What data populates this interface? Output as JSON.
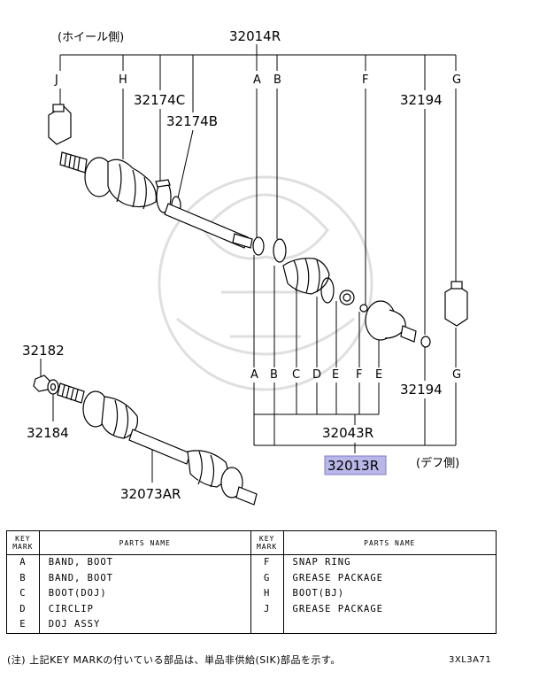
{
  "diagram": {
    "wheel_side_label": "(ホイール側)",
    "diff_side_label": "(デフ側)",
    "part_labels": {
      "p32014R": "32014R",
      "p32174C": "32174C",
      "p32174B": "32174B",
      "p32194_top": "32194",
      "p32194_bottom": "32194",
      "p32182": "32182",
      "p32184": "32184",
      "p32073AR": "32073AR",
      "p32043R": "32043R",
      "p32013R": "32013R"
    },
    "top_letters": [
      "J",
      "H",
      "A",
      "B",
      "F",
      "G"
    ],
    "bottom_letters": [
      "A",
      "B",
      "C",
      "D",
      "E",
      "F",
      "E",
      "G"
    ],
    "highlight_color": "#b9b7e8"
  },
  "legend": {
    "header_key": [
      "KEY",
      "MARK"
    ],
    "header_parts": "PARTS NAME",
    "left_rows": [
      {
        "mark": "A",
        "name": "BAND, BOOT"
      },
      {
        "mark": "B",
        "name": "BAND, BOOT"
      },
      {
        "mark": "C",
        "name": "BOOT(DOJ)"
      },
      {
        "mark": "D",
        "name": "CIRCLIP"
      },
      {
        "mark": "E",
        "name": "DOJ ASSY"
      }
    ],
    "right_rows": [
      {
        "mark": "F",
        "name": "SNAP RING"
      },
      {
        "mark": "G",
        "name": "GREASE PACKAGE"
      },
      {
        "mark": "H",
        "name": "BOOT(BJ)"
      },
      {
        "mark": "J",
        "name": "GREASE PACKAGE"
      },
      {
        "mark": "",
        "name": ""
      }
    ]
  },
  "footer": {
    "note": "(注) 上記KEY MARKの付いている部品は、単品非供給(SIK)部品を示す。",
    "figure_code": "3XL3A71"
  }
}
